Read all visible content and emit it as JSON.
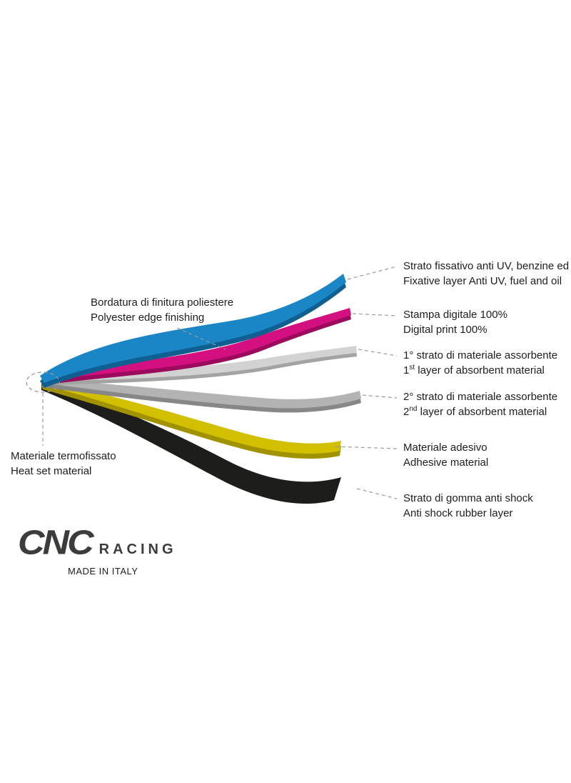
{
  "labels": {
    "right": [
      {
        "it": "Strato fissativo anti UV, benzine ed oli",
        "en": "Fixative layer Anti UV, fuel and oil"
      },
      {
        "it": "Stampa digitale 100%",
        "en": "Digital print 100%"
      },
      {
        "it": "1° strato di materiale assorbente",
        "en_pre": "1",
        "en_sup": "st",
        "en_post": " layer of absorbent material"
      },
      {
        "it": "2° strato di materiale assorbente",
        "en_pre": "2",
        "en_sup": "nd",
        "en_post": " layer of absorbent material"
      },
      {
        "it": "Materiale adesivo",
        "en": "Adhesive material"
      },
      {
        "it": "Strato di gomma anti shock",
        "en": "Anti shock rubber layer"
      }
    ],
    "left_top": {
      "it": "Bordatura di finitura poliestere",
      "en": "Polyester edge finishing"
    },
    "left_bottom": {
      "it": "Materiale termofissato",
      "en": "Heat set material"
    }
  },
  "logo": {
    "brand": "CNC",
    "sub": "RACING",
    "origin": "MADE IN ITALY"
  },
  "colors": {
    "blue": "#1b86c6",
    "blue_dark": "#0f5f91",
    "magenta": "#d40f80",
    "magenta_dark": "#9c0a5e",
    "gray_light": "#d2d2d2",
    "gray_light_dark": "#a3a3a3",
    "gray": "#b3b3b3",
    "gray_dark": "#878787",
    "yellow": "#d1bf00",
    "yellow_dark": "#a09200",
    "black": "#1d1d1b",
    "leader": "#9a9a9a",
    "text": "#1d1d1b"
  }
}
